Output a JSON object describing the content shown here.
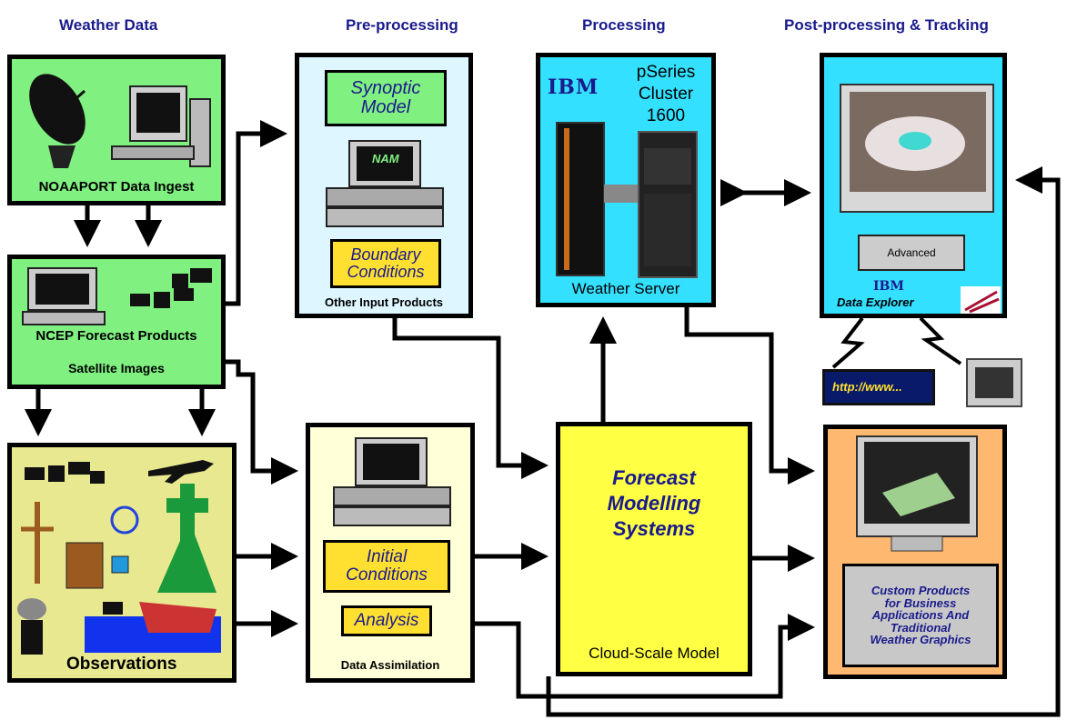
{
  "headers": {
    "weather_data": "Weather Data",
    "pre_processing": "Pre-processing",
    "processing": "Processing",
    "post_processing": "Post-processing & Tracking"
  },
  "noaaport": {
    "label": "NOAAPORT Data Ingest"
  },
  "ncep": {
    "label_1": "NCEP Forecast Products",
    "label_2": "Satellite Images"
  },
  "observations": {
    "label": "Observations"
  },
  "preproc": {
    "synoptic_l1": "Synoptic",
    "synoptic_l2": "Model",
    "nam": "NAM",
    "boundary_l1": "Boundary",
    "boundary_l2": "Conditions",
    "other": "Other Input Products"
  },
  "assim": {
    "initial_l1": "Initial",
    "initial_l2": "Conditions",
    "analysis": "Analysis",
    "label": "Data Assimilation"
  },
  "server": {
    "ibm": "IBM",
    "title_l1": "pSeries",
    "title_l2": "Cluster",
    "title_l3": "1600",
    "label": "Weather Server"
  },
  "forecast": {
    "l1": "Forecast",
    "l2": "Modelling",
    "l3": "Systems",
    "label": "Cloud-Scale Model"
  },
  "explorer": {
    "advanced": "Advanced",
    "ibm": "IBM",
    "label": "Data Explorer"
  },
  "http": {
    "label": "http://www..."
  },
  "custom": {
    "l1": "Custom Products",
    "l2": "for Business",
    "l3": "Applications And",
    "l4": "Traditional",
    "l5": "Weather Graphics"
  },
  "colors": {
    "green": "#80f080",
    "lightblue": "#ddf6ff",
    "cyan": "#33e0ff",
    "yellow": "#ffff44",
    "cream": "#ffffd8",
    "orange": "#ffb870",
    "olive": "#e8e890",
    "inner_green": "#80f080",
    "inner_yellow": "#ffe030",
    "header": "#1a1a8c"
  }
}
